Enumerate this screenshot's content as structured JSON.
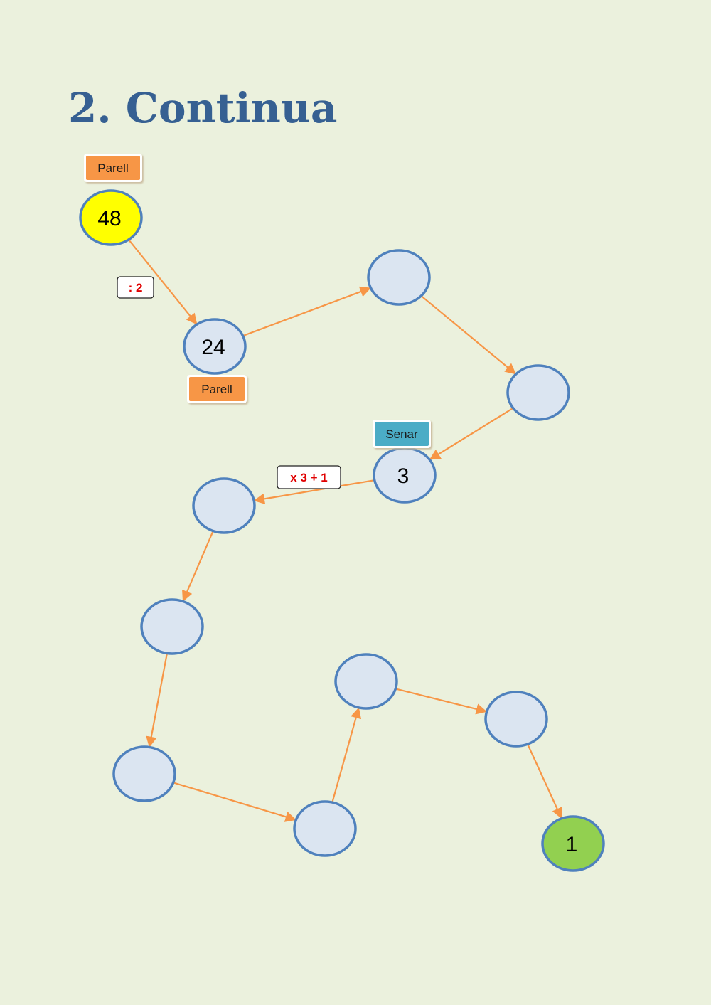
{
  "title": "2. Continua",
  "colors": {
    "background": "#ebf1dd",
    "title": "#366092",
    "node_fill": "#dbe5f1",
    "node_stroke": "#4f81bd",
    "start_fill": "#ffff00",
    "end_fill": "#92d050",
    "arrow": "#f79646",
    "tag_even": "#f79646",
    "tag_odd": "#4bacc6",
    "op_text": "#e00000"
  },
  "nodes": [
    {
      "id": "n1",
      "value": "48",
      "style": "start"
    },
    {
      "id": "n2",
      "value": "24",
      "style": "normal"
    },
    {
      "id": "n3",
      "value": "",
      "style": "normal"
    },
    {
      "id": "n4",
      "value": "",
      "style": "normal"
    },
    {
      "id": "n5",
      "value": "3",
      "style": "normal"
    },
    {
      "id": "n6",
      "value": "",
      "style": "normal"
    },
    {
      "id": "n7",
      "value": "",
      "style": "normal"
    },
    {
      "id": "n8",
      "value": "",
      "style": "normal"
    },
    {
      "id": "n9",
      "value": "",
      "style": "normal"
    },
    {
      "id": "n10",
      "value": "",
      "style": "normal"
    },
    {
      "id": "n11",
      "value": "",
      "style": "normal"
    },
    {
      "id": "n12",
      "value": "1",
      "style": "end"
    }
  ],
  "edges": [
    [
      "n1",
      "n2"
    ],
    [
      "n2",
      "n3"
    ],
    [
      "n3",
      "n4"
    ],
    [
      "n4",
      "n5"
    ],
    [
      "n5",
      "n6"
    ],
    [
      "n6",
      "n7"
    ],
    [
      "n7",
      "n8"
    ],
    [
      "n8",
      "n9"
    ],
    [
      "n9",
      "n10"
    ],
    [
      "n10",
      "n11"
    ],
    [
      "n11",
      "n12"
    ]
  ],
  "tags": [
    {
      "id": "t1",
      "label": "Parell",
      "kind": "even"
    },
    {
      "id": "t2",
      "label": "Parell",
      "kind": "even"
    },
    {
      "id": "t3",
      "label": "Senar",
      "kind": "odd"
    }
  ],
  "operations": [
    {
      "id": "o1",
      "label": ": 2"
    },
    {
      "id": "o2",
      "label": "x 3 + 1"
    }
  ]
}
